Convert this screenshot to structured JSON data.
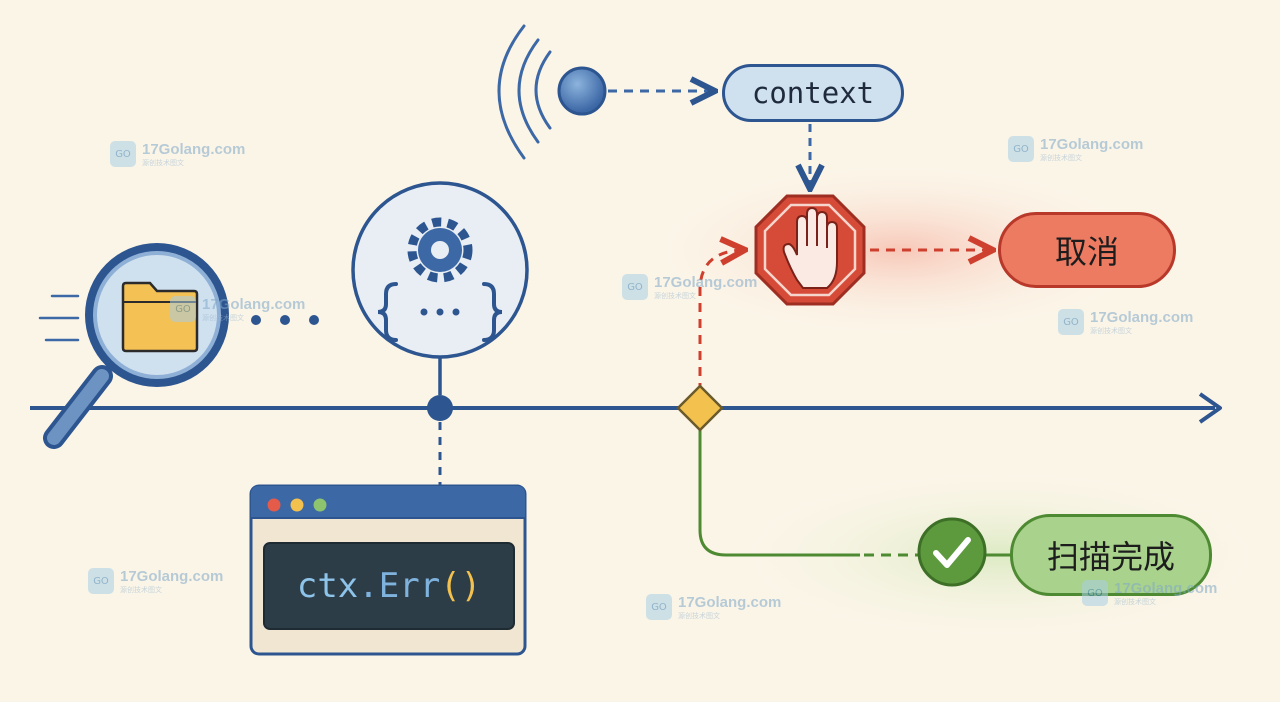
{
  "labels": {
    "context": "context",
    "cancel": "取消",
    "done": "扫描完成",
    "code_ctx": "ctx",
    "code_dot": ".",
    "code_err": "Err",
    "code_parens": "()"
  },
  "icons": {
    "signal": "signal-waves-icon",
    "magnifier": "magnifying-glass-icon",
    "folder": "folder-icon",
    "gear": "gear-icon",
    "braces": "code-braces-icon",
    "stop": "stop-hand-icon",
    "check": "checkmark-icon",
    "decision": "diamond-icon"
  },
  "colors": {
    "timeline": "#2d5590",
    "cancel_path": "#cf3f2e",
    "success_path": "#4d8a32",
    "decision": "#f2c14e"
  },
  "watermark": {
    "title": "17Golang.com",
    "subtitle": "源创技术图文",
    "logo": "GO"
  }
}
